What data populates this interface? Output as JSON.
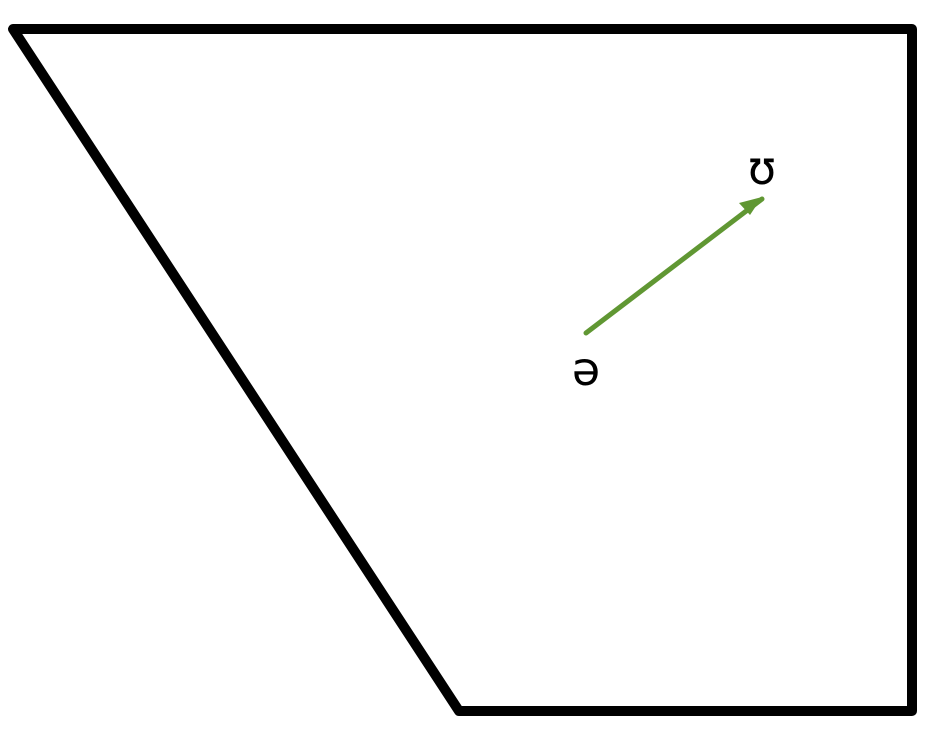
{
  "diagram": {
    "type": "vowel-chart-diphthong",
    "outline_color": "#000000",
    "arrow_color": "#609733",
    "start_symbol": "ə",
    "end_symbol": "ʊ"
  }
}
